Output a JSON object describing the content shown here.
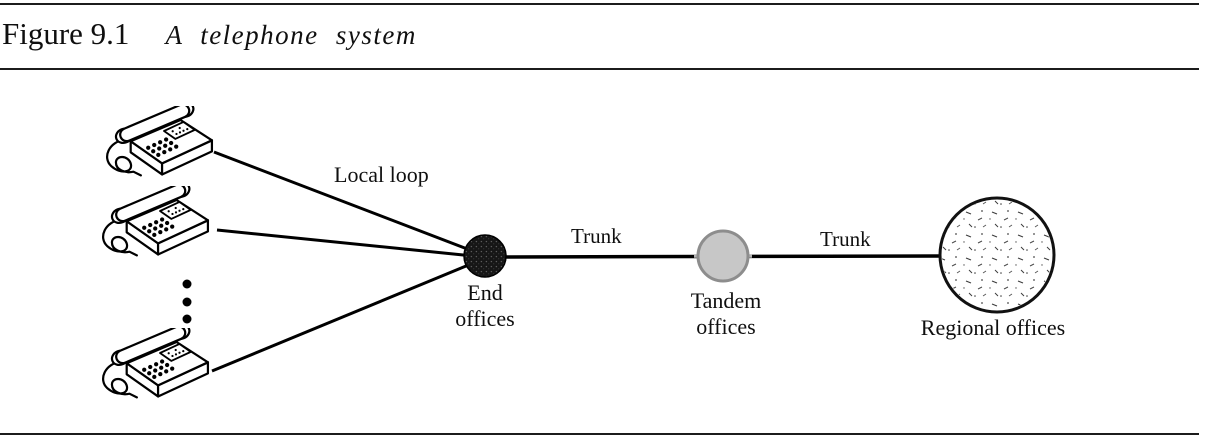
{
  "figure": {
    "number": "Figure 9.1",
    "caption": "A telephone system"
  },
  "diagram": {
    "local_loop_label": "Local loop",
    "trunk_label_left": "Trunk",
    "trunk_label_right": "Trunk",
    "end_offices_label": {
      "line1": "End",
      "line2": "offices"
    },
    "tandem_offices_label": {
      "line1": "Tandem",
      "line2": "offices"
    },
    "regional_offices_label": "Regional offices",
    "icons": {
      "telephone": "desk telephone clipart (3 instances)",
      "ellipsis": "vertical three-dot ellipsis between telephones"
    },
    "colors": {
      "line": "#000000",
      "end_office_fill": "#161616",
      "tandem_fill": "#c7c7c7",
      "tandem_stroke": "#8d8d8d",
      "regional_fill": "#ffffff",
      "regional_stroke": "#111111"
    }
  }
}
